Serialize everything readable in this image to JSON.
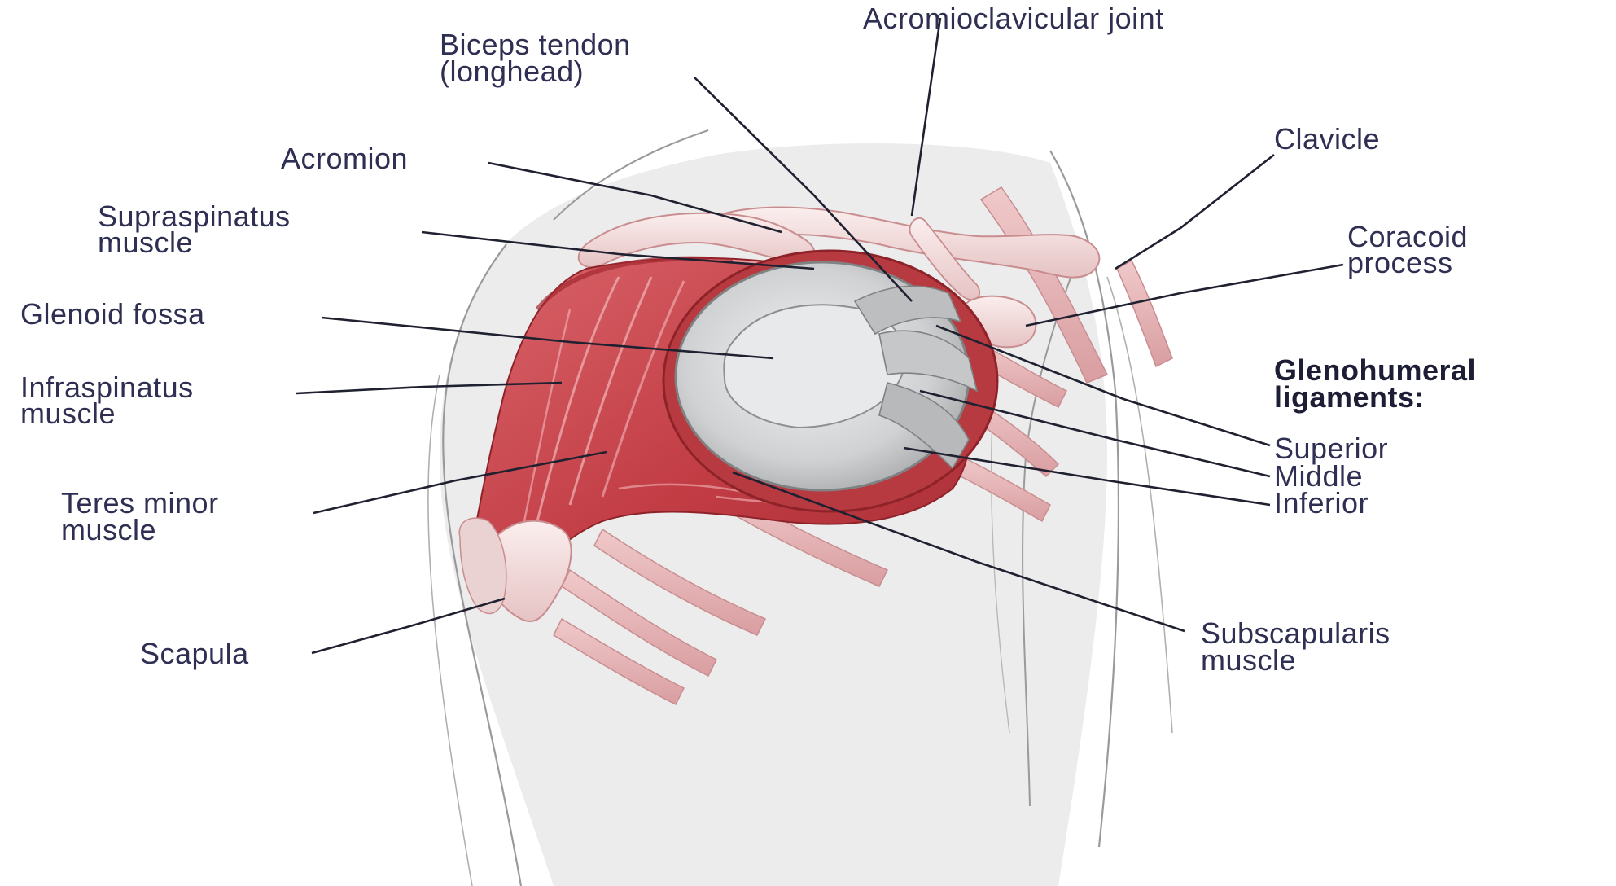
{
  "diagram": {
    "labels": {
      "acromioclavicular_joint": "Acromioclavicular joint",
      "biceps_tendon": "Biceps tendon",
      "longhead": "(longhead)",
      "acromion": "Acromion",
      "clavicle": "Clavicle",
      "supraspinatus": "Supraspinatus",
      "supraspinatus_muscle": "muscle",
      "coracoid": "Coracoid",
      "coracoid_process": "process",
      "glenoid_fossa": "Glenoid fossa",
      "infraspinatus": "Infraspinatus",
      "infraspinatus_muscle": "muscle",
      "glenohumeral": "Glenohumeral",
      "ligaments": "ligaments:",
      "superior": "Superior",
      "middle": "Middle",
      "inferior": "Inferior",
      "teres_minor": "Teres minor",
      "teres_minor_muscle": "muscle",
      "subscapularis": "Subscapularis",
      "subscapularis_muscle": "muscle",
      "scapula": "Scapula"
    },
    "colors": {
      "muscle": "#c8444a",
      "muscle_dark": "#9e2a30",
      "muscle_light": "#e8a0a0",
      "bone": "#f3dede",
      "bone_edge": "#c98d8f",
      "rib": "#e5b3b5",
      "cartilage": "#c9cbcc",
      "cartilage_light": "#e4e6e7",
      "body_outline": "#9a9a9a",
      "text": "#2e2f52",
      "leader_line": "#1f2030"
    }
  }
}
